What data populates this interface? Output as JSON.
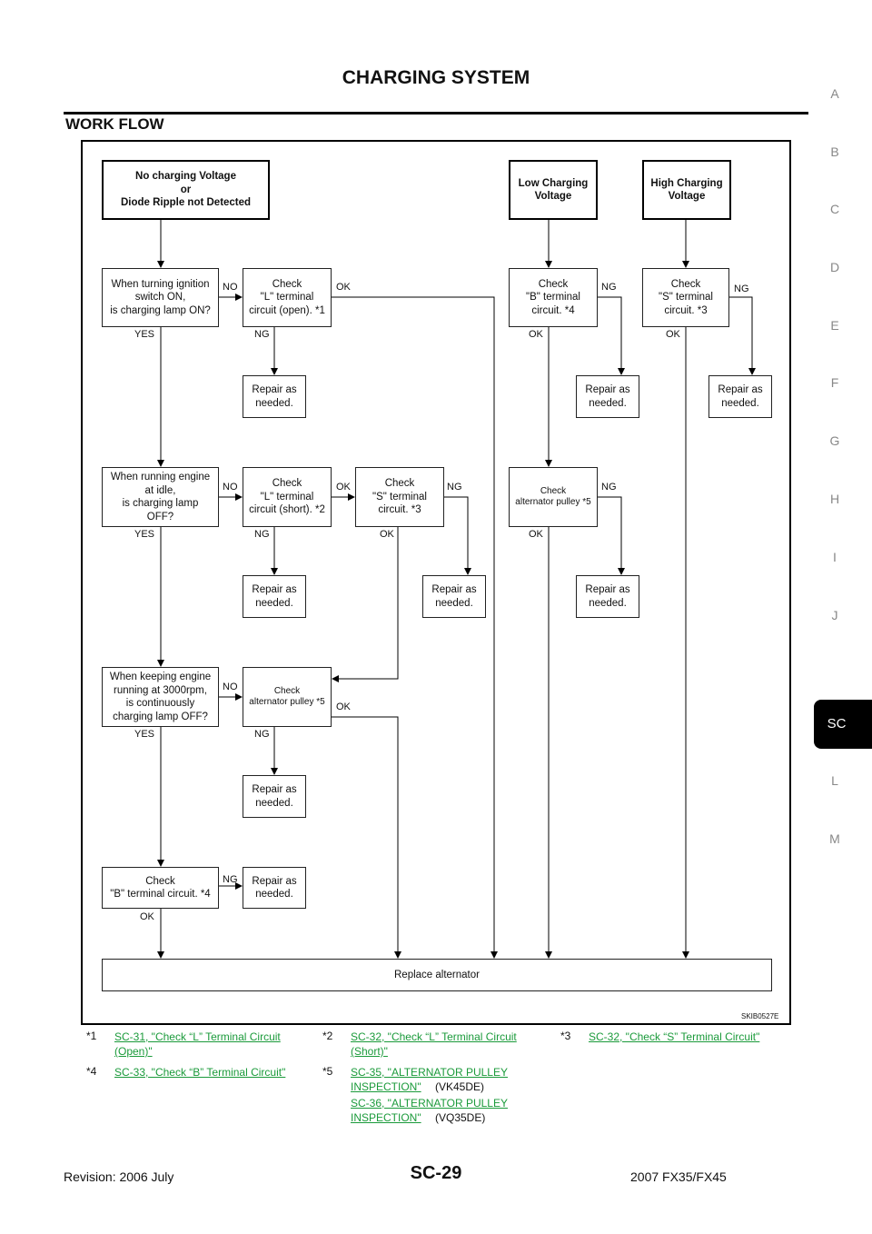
{
  "header": {
    "title": "CHARGING SYSTEM",
    "section": "WORK FLOW"
  },
  "side_index": {
    "letters": [
      "A",
      "B",
      "C",
      "D",
      "E",
      "F",
      "G",
      "H",
      "I",
      "J",
      "SC",
      "L",
      "M"
    ],
    "active": "SC"
  },
  "flowchart": {
    "start_no_voltage": "No charging Voltage\nor\nDiode Ripple not Detected",
    "start_low": "Low Charging\nVoltage",
    "start_high": "High Charging\nVoltage",
    "q_ignition": "When turning ignition\nswitch ON,\nis charging lamp ON?",
    "check_l_open": "Check\n\"L\" terminal\ncircuit (open). *1",
    "check_b_1": "Check\n\"B\" terminal\ncircuit. *4",
    "check_s_1": "Check\n\"S\" terminal\ncircuit. *3",
    "q_idle": "When running engine\nat idle,\nis charging lamp\nOFF?",
    "check_l_short": "Check\n\"L\" terminal\ncircuit (short). *2",
    "check_s_2": "Check\n\"S\" terminal\ncircuit. *3",
    "check_pulley_1": "Check\nalternator pulley *5",
    "q_3000": "When keeping engine\nrunning at 3000rpm,\nis continuously\ncharging lamp OFF?",
    "check_pulley_2": "Check\nalternator pulley *5",
    "check_b_2": "Check\n\"B\" terminal circuit. *4",
    "repair": "Repair as\nneeded.",
    "replace": "Replace alternator",
    "no": "NO",
    "yes": "YES",
    "ok": "OK",
    "ng": "NG",
    "code": "SKIB0527E"
  },
  "footnotes": {
    "n1": "*1",
    "l1": "SC-31, \"Check “L” Terminal Circuit (Open)\"",
    "n2": "*2",
    "l2": "SC-32, \"Check “L” Terminal Circuit (Short)\"",
    "n3": "*3",
    "l3": "SC-32, \"Check “S” Terminal Circuit\"",
    "n4": "*4",
    "l4": "SC-33, \"Check “B” Terminal Circuit\"",
    "n5": "*5",
    "l5a": "SC-35, \"ALTERNATOR PULLEY INSPECTION\"",
    "e5a": "(VK45DE)",
    "l5b": "SC-36, \"ALTERNATOR PULLEY INSPECTION\"",
    "e5b": "(VQ35DE)"
  },
  "footer": {
    "revision": "Revision: 2006 July",
    "page": "SC-29",
    "model": "2007 FX35/FX45"
  }
}
